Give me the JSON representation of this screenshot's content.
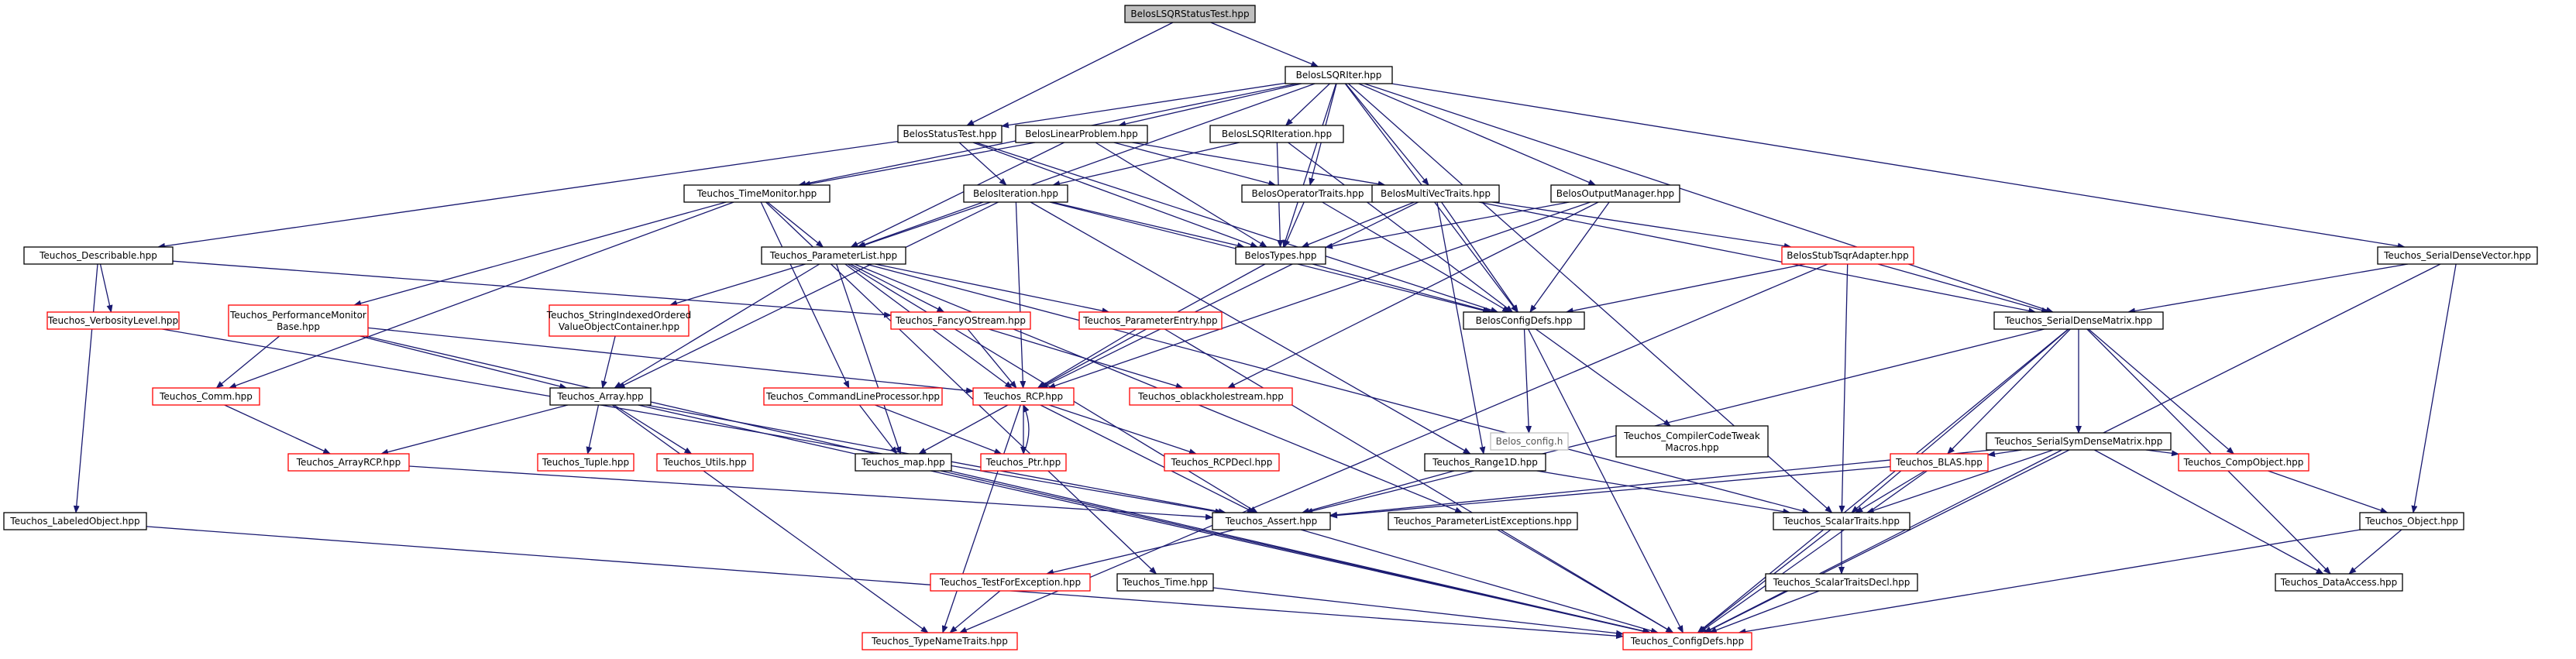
{
  "diagram": {
    "colors": {
      "background": "#ffffff",
      "node_fill": "#ffffff",
      "root_fill": "#bfbfbf",
      "box_black": "#000000",
      "box_red": "#ff0000",
      "box_gray": "#bfbfbf",
      "edge": "#191970",
      "text": "#000000"
    },
    "nodes": [
      {
        "id": "root",
        "label": "BelosLSQRStatusTest.hpp",
        "style": "root"
      },
      {
        "id": "lsqrIter",
        "label": "BelosLSQRIter.hpp",
        "style": "black"
      },
      {
        "id": "statusTest",
        "label": "BelosStatusTest.hpp",
        "style": "black"
      },
      {
        "id": "linProb",
        "label": "BelosLinearProblem.hpp",
        "style": "black"
      },
      {
        "id": "lsqrIteration",
        "label": "BelosLSQRIteration.hpp",
        "style": "black"
      },
      {
        "id": "timeMon",
        "label": "Teuchos_TimeMonitor.hpp",
        "style": "black"
      },
      {
        "id": "iteration",
        "label": "BelosIteration.hpp",
        "style": "black"
      },
      {
        "id": "opTraits",
        "label": "BelosOperatorTraits.hpp",
        "style": "black"
      },
      {
        "id": "mvTraits",
        "label": "BelosMultiVecTraits.hpp",
        "style": "black"
      },
      {
        "id": "outMgr",
        "label": "BelosOutputManager.hpp",
        "style": "black"
      },
      {
        "id": "serDenseVec",
        "label": "Teuchos_SerialDenseVector.hpp",
        "style": "black"
      },
      {
        "id": "describable",
        "label": "Teuchos_Describable.hpp",
        "style": "black"
      },
      {
        "id": "paramList",
        "label": "Teuchos_ParameterList.hpp",
        "style": "black"
      },
      {
        "id": "belosTypes",
        "label": "BelosTypes.hpp",
        "style": "black"
      },
      {
        "id": "stubTsqr",
        "label": "BelosStubTsqrAdapter.hpp",
        "style": "red"
      },
      {
        "id": "verbLevel",
        "label": "Teuchos_VerbosityLevel.hpp",
        "style": "red"
      },
      {
        "id": "perfMon",
        "label": "Teuchos_PerformanceMonitor",
        "label2": "Base.hpp",
        "style": "red"
      },
      {
        "id": "strIdx",
        "label": "Teuchos_StringIndexedOrdered",
        "label2": "ValueObjectContainer.hpp",
        "style": "red"
      },
      {
        "id": "fancyOS",
        "label": "Teuchos_FancyOStream.hpp",
        "style": "red"
      },
      {
        "id": "paramEntry",
        "label": "Teuchos_ParameterEntry.hpp",
        "style": "red"
      },
      {
        "id": "belosConfig",
        "label": "BelosConfigDefs.hpp",
        "style": "black"
      },
      {
        "id": "serDenseMat",
        "label": "Teuchos_SerialDenseMatrix.hpp",
        "style": "black"
      },
      {
        "id": "comm",
        "label": "Teuchos_Comm.hpp",
        "style": "red"
      },
      {
        "id": "array",
        "label": "Teuchos_Array.hpp",
        "style": "black"
      },
      {
        "id": "cmdLine",
        "label": "Teuchos_CommandLineProcessor.hpp",
        "style": "red"
      },
      {
        "id": "rcp",
        "label": "Teuchos_RCP.hpp",
        "style": "red"
      },
      {
        "id": "oblack",
        "label": "Teuchos_oblackholestream.hpp",
        "style": "red"
      },
      {
        "id": "belosConfigH",
        "label": "Belos_config.h",
        "style": "gray"
      },
      {
        "id": "compilerTweak",
        "label": "Teuchos_CompilerCodeTweak",
        "label2": "Macros.hpp",
        "style": "black"
      },
      {
        "id": "serSymDense",
        "label": "Teuchos_SerialSymDenseMatrix.hpp",
        "style": "black"
      },
      {
        "id": "arrayRCP",
        "label": "Teuchos_ArrayRCP.hpp",
        "style": "red"
      },
      {
        "id": "tuple",
        "label": "Teuchos_Tuple.hpp",
        "style": "red"
      },
      {
        "id": "utils",
        "label": "Teuchos_Utils.hpp",
        "style": "red"
      },
      {
        "id": "map",
        "label": "Teuchos_map.hpp",
        "style": "black"
      },
      {
        "id": "ptr",
        "label": "Teuchos_Ptr.hpp",
        "style": "red"
      },
      {
        "id": "rcpDecl",
        "label": "Teuchos_RCPDecl.hpp",
        "style": "red"
      },
      {
        "id": "range1D",
        "label": "Teuchos_Range1D.hpp",
        "style": "black"
      },
      {
        "id": "blas",
        "label": "Teuchos_BLAS.hpp",
        "style": "red"
      },
      {
        "id": "compObj",
        "label": "Teuchos_CompObject.hpp",
        "style": "red"
      },
      {
        "id": "labeledObj",
        "label": "Teuchos_LabeledObject.hpp",
        "style": "black"
      },
      {
        "id": "assert",
        "label": "Teuchos_Assert.hpp",
        "style": "black"
      },
      {
        "id": "paramListExc",
        "label": "Teuchos_ParameterListExceptions.hpp",
        "style": "black"
      },
      {
        "id": "scalarTraits",
        "label": "Teuchos_ScalarTraits.hpp",
        "style": "black"
      },
      {
        "id": "object",
        "label": "Teuchos_Object.hpp",
        "style": "black"
      },
      {
        "id": "testForExc",
        "label": "Teuchos_TestForException.hpp",
        "style": "red"
      },
      {
        "id": "time",
        "label": "Teuchos_Time.hpp",
        "style": "black"
      },
      {
        "id": "scalarTraitsDecl",
        "label": "Teuchos_ScalarTraitsDecl.hpp",
        "style": "black"
      },
      {
        "id": "dataAccess",
        "label": "Teuchos_DataAccess.hpp",
        "style": "black"
      },
      {
        "id": "typeName",
        "label": "Teuchos_TypeNameTraits.hpp",
        "style": "red"
      },
      {
        "id": "teuchosConfig",
        "label": "Teuchos_ConfigDefs.hpp",
        "style": "red"
      }
    ],
    "edges": [
      [
        "root",
        "lsqrIter"
      ],
      [
        "root",
        "statusTest"
      ],
      [
        "lsqrIter",
        "statusTest"
      ],
      [
        "lsqrIter",
        "linProb"
      ],
      [
        "lsqrIter",
        "lsqrIteration"
      ],
      [
        "lsqrIter",
        "timeMon"
      ],
      [
        "lsqrIter",
        "opTraits"
      ],
      [
        "lsqrIter",
        "mvTraits"
      ],
      [
        "lsqrIter",
        "outMgr"
      ],
      [
        "lsqrIter",
        "serDenseVec"
      ],
      [
        "lsqrIter",
        "paramList"
      ],
      [
        "lsqrIter",
        "belosTypes"
      ],
      [
        "lsqrIter",
        "belosConfig"
      ],
      [
        "lsqrIter",
        "serDenseMat"
      ],
      [
        "lsqrIter",
        "scalarTraits"
      ],
      [
        "statusTest",
        "describable"
      ],
      [
        "statusTest",
        "iteration"
      ],
      [
        "statusTest",
        "belosTypes"
      ],
      [
        "statusTest",
        "belosConfig"
      ],
      [
        "linProb",
        "paramList"
      ],
      [
        "linProb",
        "opTraits"
      ],
      [
        "linProb",
        "mvTraits"
      ],
      [
        "linProb",
        "timeMon"
      ],
      [
        "linProb",
        "belosTypes"
      ],
      [
        "lsqrIteration",
        "iteration"
      ],
      [
        "lsqrIteration",
        "belosTypes"
      ],
      [
        "lsqrIteration",
        "belosConfig"
      ],
      [
        "timeMon",
        "paramList"
      ],
      [
        "timeMon",
        "perfMon"
      ],
      [
        "timeMon",
        "comm"
      ],
      [
        "timeMon",
        "cmdLine"
      ],
      [
        "timeMon",
        "time"
      ],
      [
        "iteration",
        "paramList"
      ],
      [
        "iteration",
        "belosTypes"
      ],
      [
        "iteration",
        "belosConfig"
      ],
      [
        "iteration",
        "array"
      ],
      [
        "iteration",
        "rcp"
      ],
      [
        "iteration",
        "range1D"
      ],
      [
        "opTraits",
        "belosTypes"
      ],
      [
        "opTraits",
        "belosConfig"
      ],
      [
        "mvTraits",
        "belosTypes"
      ],
      [
        "mvTraits",
        "belosConfig"
      ],
      [
        "mvTraits",
        "stubTsqr"
      ],
      [
        "mvTraits",
        "range1D"
      ],
      [
        "mvTraits",
        "rcp"
      ],
      [
        "mvTraits",
        "serDenseMat"
      ],
      [
        "outMgr",
        "belosTypes"
      ],
      [
        "outMgr",
        "belosConfig"
      ],
      [
        "outMgr",
        "rcp"
      ],
      [
        "outMgr",
        "oblack"
      ],
      [
        "serDenseVec",
        "serDenseMat"
      ],
      [
        "serDenseVec",
        "object"
      ],
      [
        "serDenseVec",
        "teuchosConfig"
      ],
      [
        "describable",
        "verbLevel"
      ],
      [
        "describable",
        "fancyOS"
      ],
      [
        "describable",
        "labeledObj"
      ],
      [
        "paramList",
        "strIdx"
      ],
      [
        "paramList",
        "fancyOS"
      ],
      [
        "paramList",
        "paramEntry"
      ],
      [
        "paramList",
        "array"
      ],
      [
        "paramList",
        "rcp"
      ],
      [
        "paramList",
        "map"
      ],
      [
        "paramList",
        "assert"
      ],
      [
        "paramList",
        "paramListExc"
      ],
      [
        "paramList",
        "scalarTraits"
      ],
      [
        "belosTypes",
        "belosConfig"
      ],
      [
        "belosTypes",
        "rcp"
      ],
      [
        "stubTsqr",
        "belosConfig"
      ],
      [
        "stubTsqr",
        "serDenseMat"
      ],
      [
        "stubTsqr",
        "scalarTraits"
      ],
      [
        "stubTsqr",
        "typeName"
      ],
      [
        "verbLevel",
        "assert"
      ],
      [
        "perfMon",
        "array"
      ],
      [
        "perfMon",
        "comm"
      ],
      [
        "perfMon",
        "rcp"
      ],
      [
        "perfMon",
        "teuchosConfig"
      ],
      [
        "strIdx",
        "array"
      ],
      [
        "fancyOS",
        "rcp"
      ],
      [
        "fancyOS",
        "oblack"
      ],
      [
        "paramEntry",
        "rcp"
      ],
      [
        "paramEntry",
        "teuchosConfig"
      ],
      [
        "belosConfig",
        "belosConfigH"
      ],
      [
        "belosConfig",
        "compilerTweak"
      ],
      [
        "belosConfig",
        "teuchosConfig"
      ],
      [
        "serDenseMat",
        "serSymDense"
      ],
      [
        "serDenseMat",
        "blas"
      ],
      [
        "serDenseMat",
        "compObj"
      ],
      [
        "serDenseMat",
        "dataAccess"
      ],
      [
        "serDenseMat",
        "scalarTraits"
      ],
      [
        "serDenseMat",
        "assert"
      ],
      [
        "serDenseMat",
        "teuchosConfig"
      ],
      [
        "comm",
        "arrayRCP"
      ],
      [
        "array",
        "arrayRCP"
      ],
      [
        "array",
        "tuple"
      ],
      [
        "array",
        "utils"
      ],
      [
        "array",
        "assert"
      ],
      [
        "array",
        "typeName"
      ],
      [
        "array",
        "teuchosConfig"
      ],
      [
        "cmdLine",
        "map"
      ],
      [
        "cmdLine",
        "ptr"
      ],
      [
        "rcp",
        "ptr"
      ],
      [
        "rcp",
        "rcpDecl"
      ],
      [
        "rcp",
        "map"
      ],
      [
        "rcp",
        "assert"
      ],
      [
        "rcp",
        "typeName"
      ],
      [
        "ptr",
        "rcp"
      ],
      [
        "serSymDense",
        "blas"
      ],
      [
        "serSymDense",
        "compObj"
      ],
      [
        "serSymDense",
        "dataAccess"
      ],
      [
        "serSymDense",
        "scalarTraits"
      ],
      [
        "serSymDense",
        "assert"
      ],
      [
        "serSymDense",
        "teuchosConfig"
      ],
      [
        "arrayRCP",
        "assert"
      ],
      [
        "map",
        "teuchosConfig"
      ],
      [
        "range1D",
        "assert"
      ],
      [
        "range1D",
        "scalarTraits"
      ],
      [
        "blas",
        "assert"
      ],
      [
        "blas",
        "scalarTraits"
      ],
      [
        "blas",
        "teuchosConfig"
      ],
      [
        "compObj",
        "object"
      ],
      [
        "labeledObj",
        "teuchosConfig"
      ],
      [
        "assert",
        "testForExc"
      ],
      [
        "assert",
        "teuchosConfig"
      ],
      [
        "paramListExc",
        "teuchosConfig"
      ],
      [
        "scalarTraits",
        "scalarTraitsDecl"
      ],
      [
        "scalarTraits",
        "teuchosConfig"
      ],
      [
        "object",
        "dataAccess"
      ],
      [
        "object",
        "teuchosConfig"
      ],
      [
        "testForExc",
        "typeName"
      ],
      [
        "time",
        "teuchosConfig"
      ],
      [
        "scalarTraitsDecl",
        "teuchosConfig"
      ]
    ]
  }
}
